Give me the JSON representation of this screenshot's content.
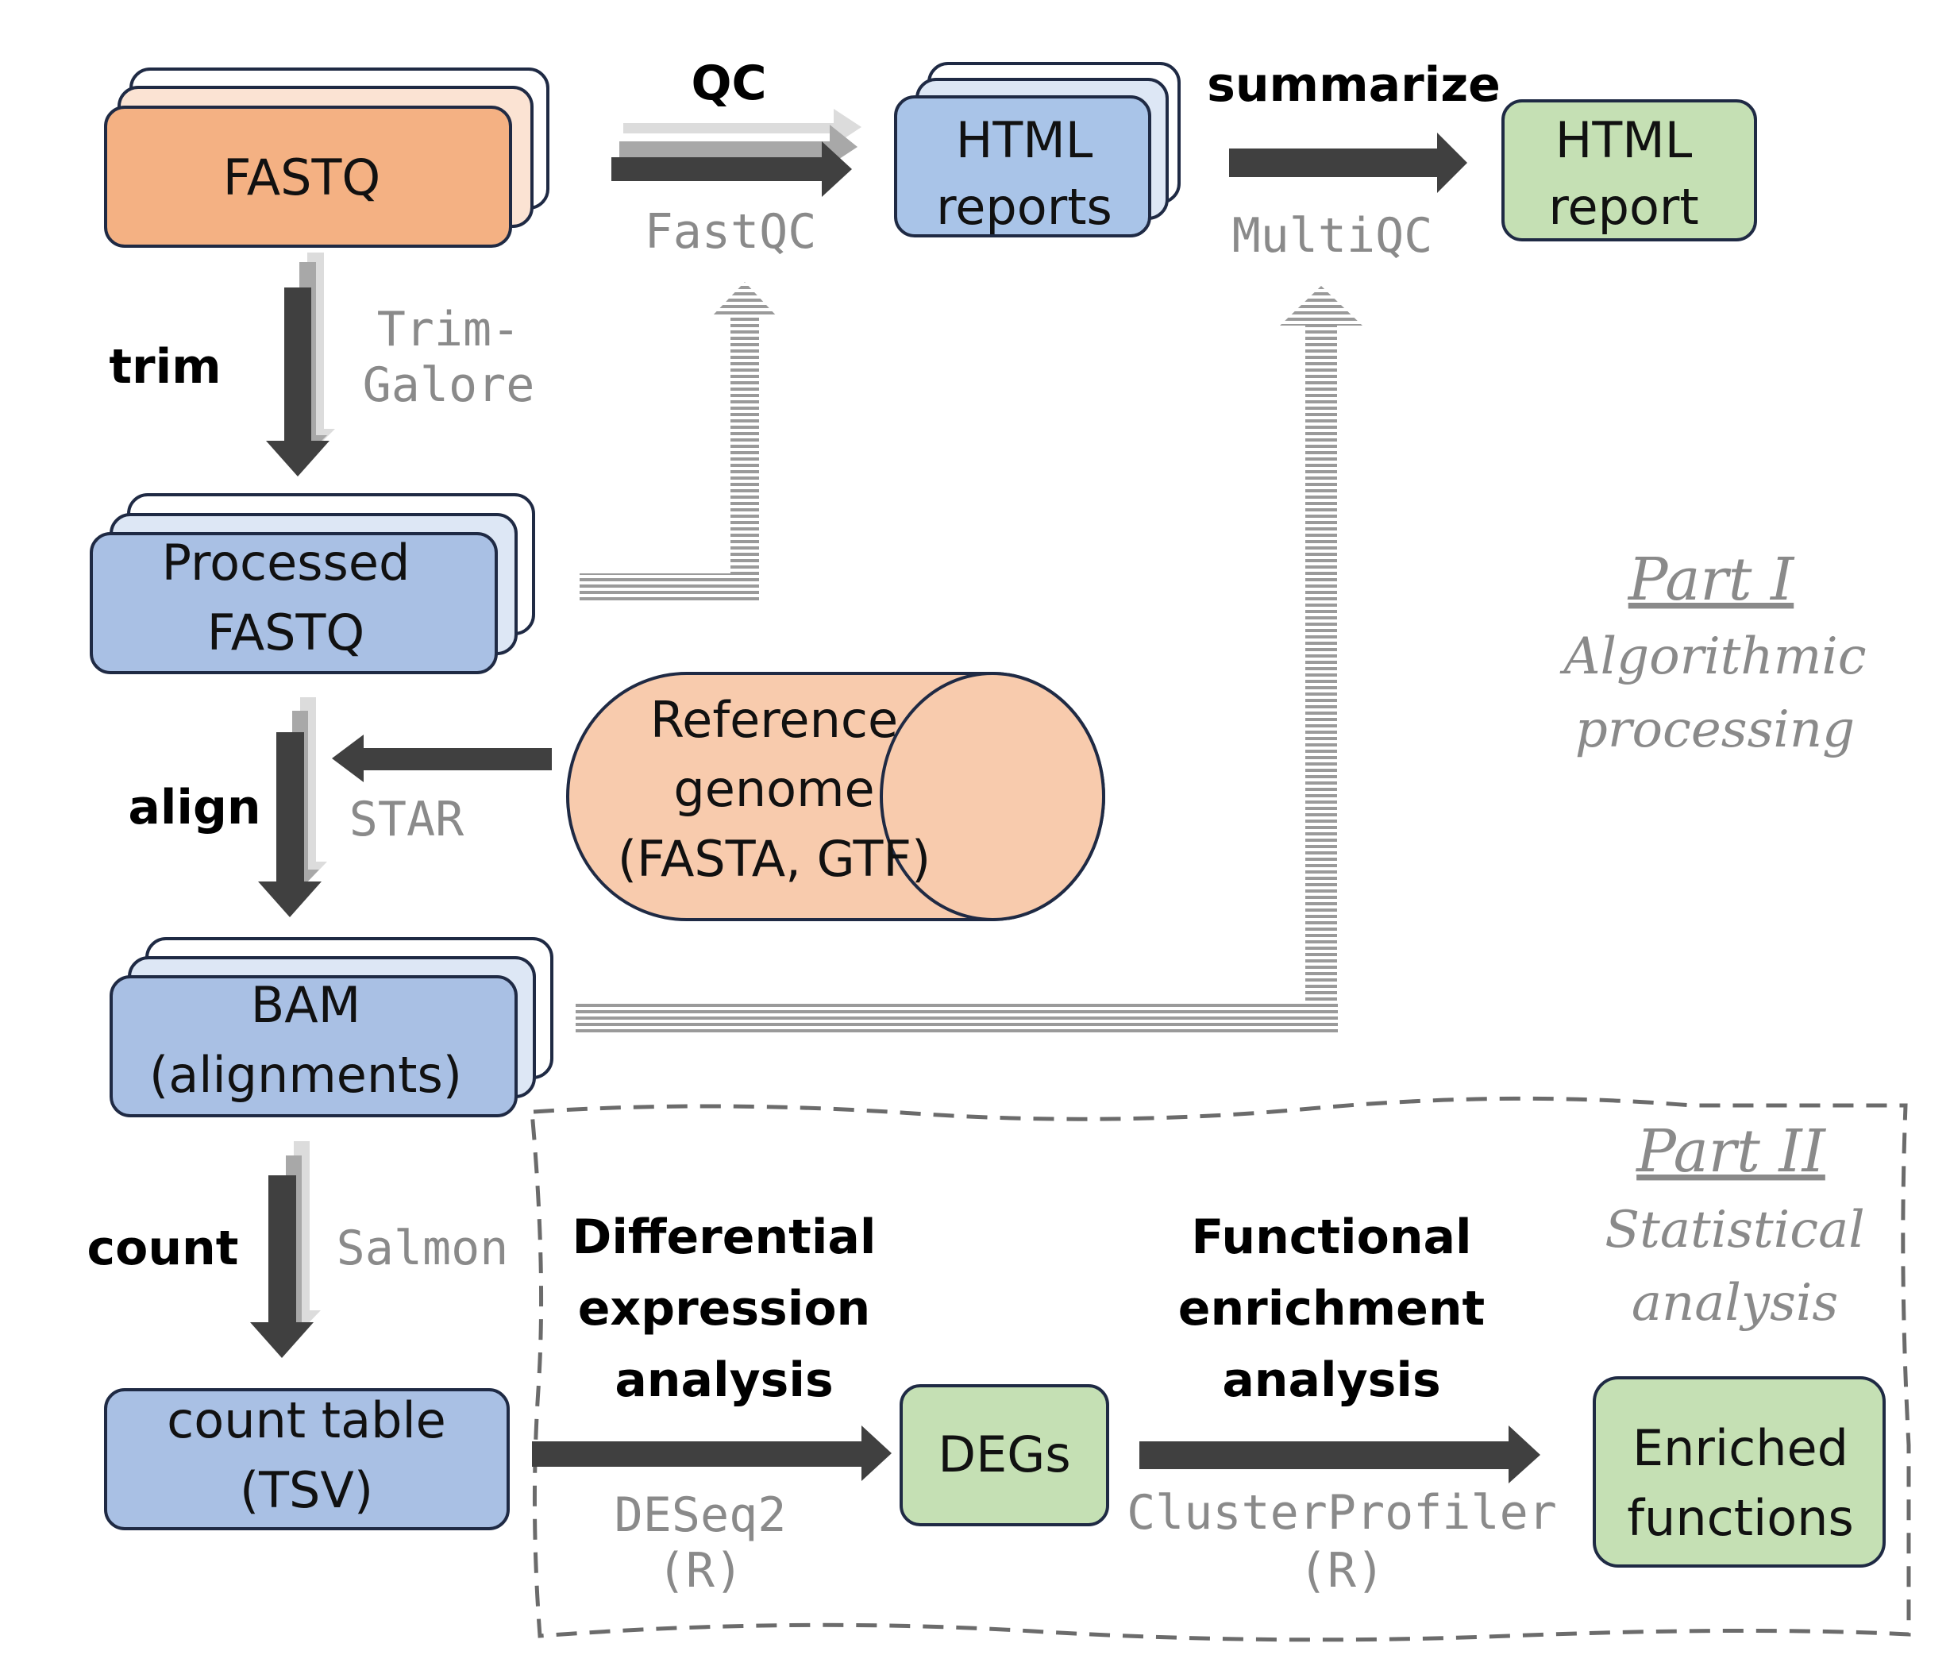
{
  "nodes": {
    "fastq": "FASTQ",
    "html_reports": [
      "HTML",
      "reports"
    ],
    "html_report": [
      "HTML",
      "report"
    ],
    "processed_fastq": [
      "Processed",
      "FASTQ"
    ],
    "reference_genome": [
      "Reference",
      "genome",
      "(FASTA, GTF)"
    ],
    "bam": [
      "BAM",
      "(alignments)"
    ],
    "count_table": [
      "count table",
      "(TSV)"
    ],
    "degs": "DEGs",
    "enriched_functions": [
      "Enriched",
      "functions"
    ]
  },
  "steps": {
    "qc": "QC",
    "summarize": "summarize",
    "trim": "trim",
    "align": "align",
    "count": "count",
    "differential_expression": [
      "Differential",
      "expression",
      "analysis"
    ],
    "functional_enrichment": [
      "Functional",
      "enrichment",
      "analysis"
    ]
  },
  "tools": {
    "fastqc": "FastQC",
    "multiqc": "MultiQC",
    "trim_galore": [
      "Trim-",
      "Galore"
    ],
    "star": "STAR",
    "salmon": "Salmon",
    "deseq2": [
      "DESeq2",
      "(R)"
    ],
    "clusterprofiler": [
      "ClusterProfiler",
      "(R)"
    ]
  },
  "parts": {
    "part1_title": "Part I",
    "part1_subtitle": [
      "Algorithmic",
      "processing"
    ],
    "part2_title": "Part II",
    "part2_subtitle": [
      "Statistical",
      "analysis"
    ]
  },
  "colors": {
    "fastq_fill": "#f4b183",
    "reference_fill": "#f8cbad",
    "blue_fill": "#a9c0e4",
    "green_fill": "#c5e0b4",
    "outline": "#1f2a44",
    "arrow": "#404040",
    "tool_text": "#8a8a8a"
  }
}
